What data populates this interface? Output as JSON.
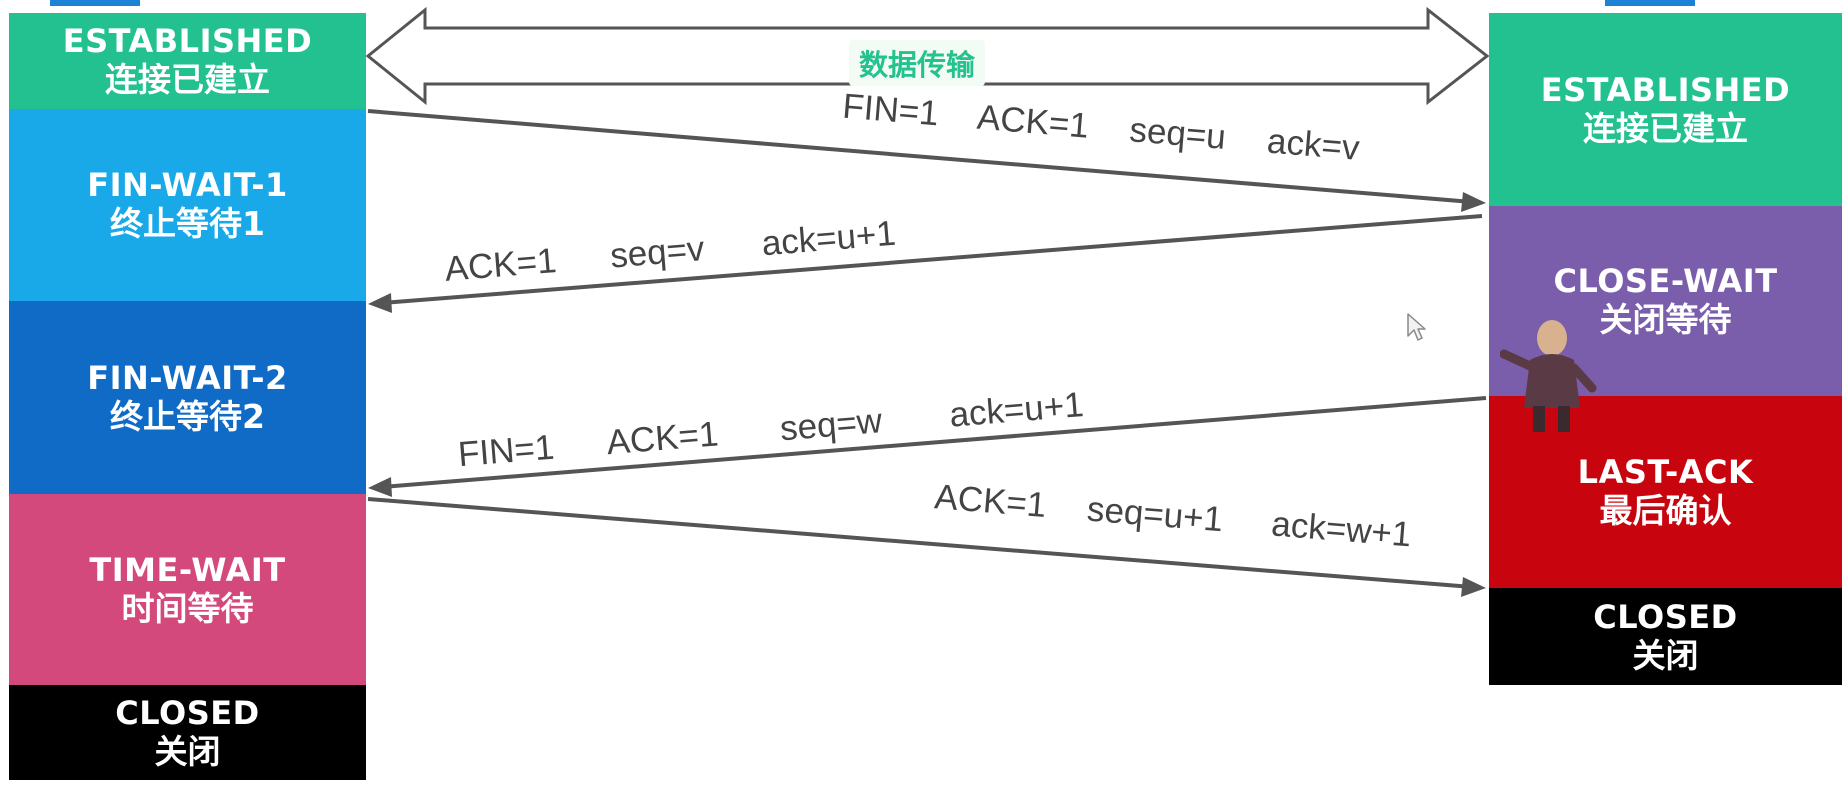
{
  "client": {
    "states": [
      {
        "en": "ESTABLISHED",
        "zh": "连接已建立",
        "color": "#23c18f"
      },
      {
        "en": "FIN-WAIT-1",
        "zh": "终止等待1",
        "color": "#1aa9e8"
      },
      {
        "en": "FIN-WAIT-2",
        "zh": "终止等待2",
        "color": "#0f6bc5"
      },
      {
        "en": "TIME-WAIT",
        "zh": "时间等待",
        "color": "#d4497c"
      },
      {
        "en": "CLOSED",
        "zh": "关闭",
        "color": "#000000"
      }
    ]
  },
  "server": {
    "states": [
      {
        "en": "ESTABLISHED",
        "zh": "连接已建立",
        "color": "#23c18f"
      },
      {
        "en": "CLOSE-WAIT",
        "zh": "关闭等待",
        "color": "#7b5eab"
      },
      {
        "en": "LAST-ACK",
        "zh": "最后确认",
        "color": "#c8050f"
      },
      {
        "en": "CLOSED",
        "zh": "关闭",
        "color": "#000000"
      }
    ]
  },
  "data_transfer": {
    "label": "数据传输"
  },
  "messages": [
    {
      "direction": "client-to-server",
      "parts": [
        "FIN=1",
        "ACK=1",
        "seq=u",
        "ack=v"
      ]
    },
    {
      "direction": "server-to-client",
      "parts": [
        "ACK=1",
        "seq=v",
        "ack=u+1"
      ]
    },
    {
      "direction": "server-to-client",
      "parts": [
        "FIN=1",
        "ACK=1",
        "seq=w",
        "ack=u+1"
      ]
    },
    {
      "direction": "client-to-server",
      "parts": [
        "ACK=1",
        "seq=u+1",
        "ack=w+1"
      ]
    }
  ],
  "colors": {
    "arrow": "#555555",
    "label_text": "#444444",
    "data_transfer_text": "#23c28e",
    "tab_accent": "#1b82d6"
  },
  "icons": [
    "mouse-cursor-icon",
    "presenter-figure-icon"
  ]
}
